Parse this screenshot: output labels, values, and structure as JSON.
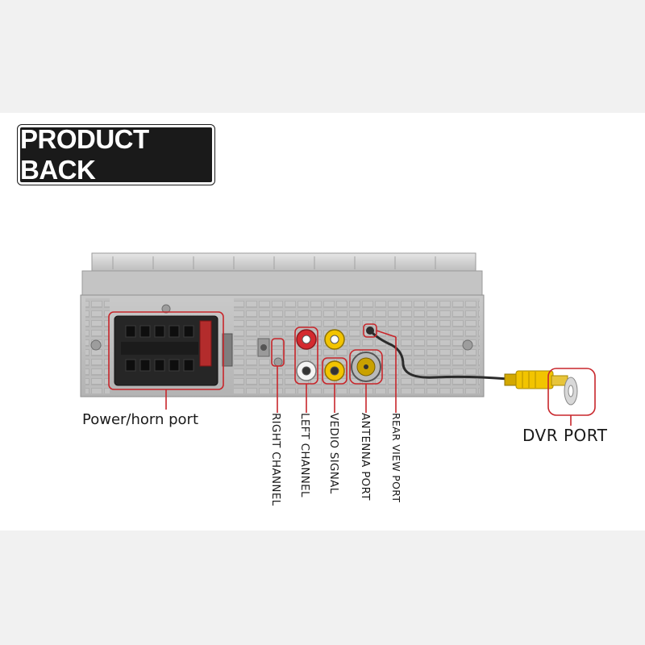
{
  "title": "PRODUCT BACK",
  "labels": {
    "power_horn": "Power/horn port",
    "dvr": "DVR PORT",
    "right_channel": "RIGHT CHANNEL",
    "left_channel": "LEFT CHANNEL",
    "video_signal": "VEDIO SIGNAL",
    "antenna": "ANTENNA PORT",
    "rear_view": "REAR VIEW PORT"
  },
  "colors": {
    "callout": "#c8262b",
    "rca_red": "#d42a2f",
    "rca_yellow": "#f2c400",
    "rca_white": "#f4f4f4",
    "cable": "#2b2b2b"
  }
}
